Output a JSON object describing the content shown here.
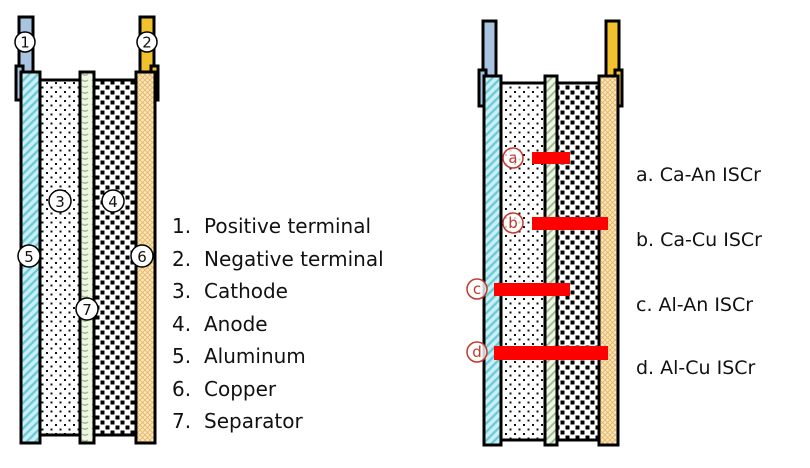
{
  "colors": {
    "aluminum": "#a8e4ee",
    "aluminum_terminal": "#a9c4e0",
    "copper": "#f5d9a0",
    "copper_terminal": "#f2c12e",
    "separator": "#dfeed6",
    "outline": "#000000",
    "isc_marker": "#ff0000",
    "isc_label": "#c0392b"
  },
  "left_diagram": {
    "callouts": [
      "1",
      "2",
      "3",
      "4",
      "5",
      "6",
      "7"
    ],
    "legend": [
      {
        "num": "1.",
        "label": "Positive terminal"
      },
      {
        "num": "2.",
        "label": "Negative terminal"
      },
      {
        "num": "3.",
        "label": "Cathode"
      },
      {
        "num": "4.",
        "label": "Anode"
      },
      {
        "num": "5.",
        "label": "Aluminum"
      },
      {
        "num": "6.",
        "label": "Copper"
      },
      {
        "num": "7.",
        "label": "Separator"
      }
    ]
  },
  "right_diagram": {
    "markers": [
      {
        "id": "a",
        "text": "a. Ca-An ISCr"
      },
      {
        "id": "b",
        "text": "b. Ca-Cu ISCr"
      },
      {
        "id": "c",
        "text": "c. Al-An ISCr"
      },
      {
        "id": "d",
        "text": "d. Al-Cu ISCr"
      }
    ]
  }
}
